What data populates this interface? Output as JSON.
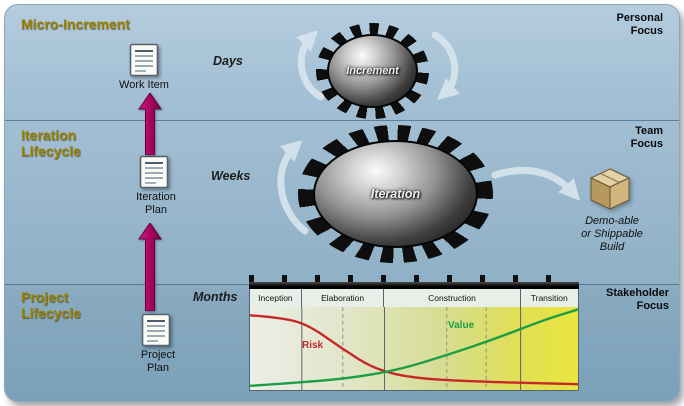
{
  "colors": {
    "band_micro": "#a7c2d6",
    "band_iteration": "#96b3c8",
    "band_project": "#7fa2ba",
    "section_label_gold": "#9a8100",
    "flow_arrow_magenta": "#a80560",
    "risk_red": "#c62828",
    "value_green": "#1d9e45"
  },
  "bands": {
    "micro": {
      "label": "Micro-Increment",
      "focus": "Personal\nFocus",
      "time": "Days"
    },
    "iteration": {
      "label": "Iteration\nLifecycle",
      "focus": "Team\nFocus",
      "time": "Weeks"
    },
    "project": {
      "label": "Project\nLifecycle",
      "focus": "Stakeholder\nFocus",
      "time": "Months"
    }
  },
  "artifacts": {
    "work_item": "Work Item",
    "iteration_plan": "Iteration\nPlan",
    "project_plan": "Project\nPlan"
  },
  "gears": {
    "increment": "Increment",
    "iteration": "Iteration"
  },
  "build_label": "Demo-able\nor Shippable\nBuild",
  "chart_data": {
    "type": "area",
    "title": "",
    "xlabel": "",
    "ylabel": "",
    "phases": [
      {
        "name": "Inception",
        "width_pct": 15.8
      },
      {
        "name": "Elaboration",
        "width_pct": 25.2
      },
      {
        "name": "Construction",
        "width_pct": 41.5
      },
      {
        "name": "Transition",
        "width_pct": 17.5
      }
    ],
    "dashed_dividers": [
      0.283,
      0.6,
      0.72
    ],
    "series": [
      {
        "name": "Risk",
        "color": "#c62828",
        "points": [
          [
            0,
            0.9
          ],
          [
            0.1,
            0.87
          ],
          [
            0.18,
            0.78
          ],
          [
            0.28,
            0.5
          ],
          [
            0.38,
            0.25
          ],
          [
            0.5,
            0.14
          ],
          [
            0.7,
            0.1
          ],
          [
            1,
            0.07
          ]
        ]
      },
      {
        "name": "Value",
        "color": "#1d9e45",
        "points": [
          [
            0,
            0.05
          ],
          [
            0.15,
            0.09
          ],
          [
            0.3,
            0.14
          ],
          [
            0.45,
            0.24
          ],
          [
            0.6,
            0.42
          ],
          [
            0.75,
            0.62
          ],
          [
            0.9,
            0.85
          ],
          [
            1,
            0.97
          ]
        ]
      }
    ]
  }
}
